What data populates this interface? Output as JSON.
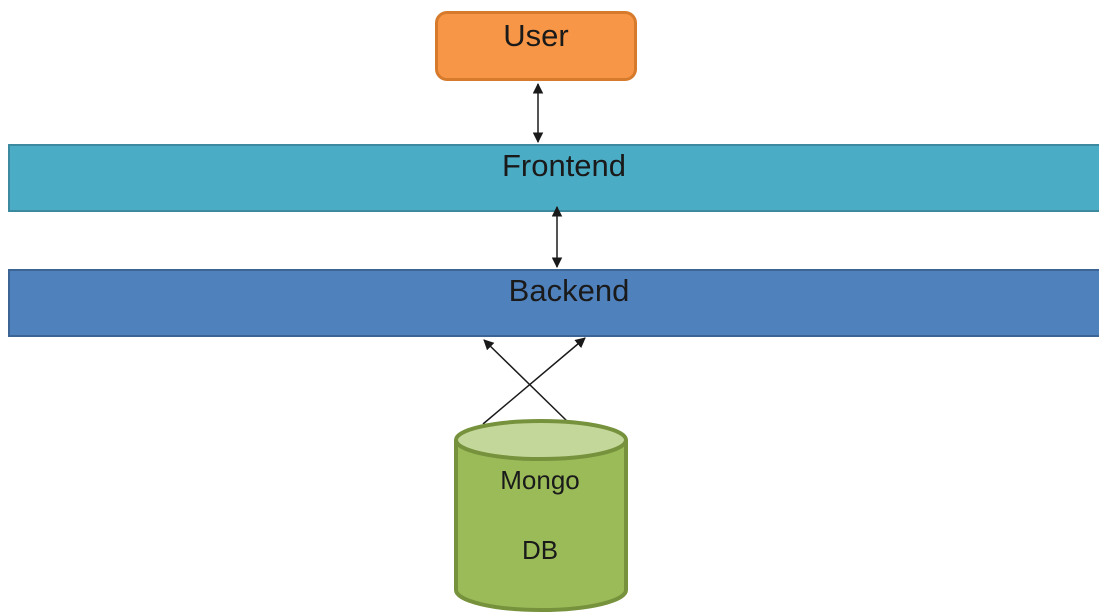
{
  "diagram": {
    "user": {
      "label": "User"
    },
    "frontend": {
      "label": "Frontend"
    },
    "backend": {
      "label": "Backend"
    },
    "database": {
      "label_line1": "Mongo",
      "label_line2": "DB"
    },
    "colors": {
      "user_fill": "#f79646",
      "user_border": "#d67a2c",
      "frontend_fill": "#4bacc6",
      "backend_fill": "#4f81bd",
      "db_fill": "#9bbb59",
      "db_top": "#c4d79b",
      "db_border": "#76923c",
      "arrow": "#1a1a1a"
    }
  }
}
